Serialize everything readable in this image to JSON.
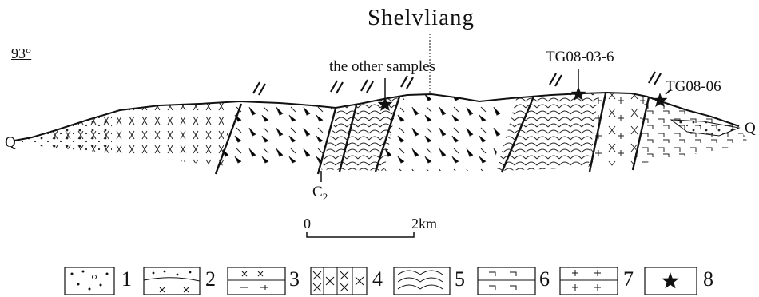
{
  "figure": {
    "title": "Shelvliang",
    "direction_label": "93°",
    "samples_label": "the other samples",
    "sample_tg08_03_6": "TG08-03-6",
    "sample_tg08_06": "TG08-06",
    "q_left": "Q",
    "q_right": "Q",
    "c2_main": "C",
    "c2_sub": "2",
    "scale_start": "0",
    "scale_end": "2km"
  },
  "legend": {
    "items": [
      {
        "number": "1",
        "icon": "gravel-dots-pattern"
      },
      {
        "number": "2",
        "icon": "sandstone-dots-pattern"
      },
      {
        "number": "3",
        "icon": "crosses-dashes-pattern"
      },
      {
        "number": "4",
        "icon": "x-columns-pattern"
      },
      {
        "number": "5",
        "icon": "arc-layers-pattern"
      },
      {
        "number": "6",
        "icon": "brackets-pattern"
      },
      {
        "number": "7",
        "icon": "plus-pattern"
      },
      {
        "number": "8",
        "icon": "star-sample-symbol"
      }
    ]
  }
}
